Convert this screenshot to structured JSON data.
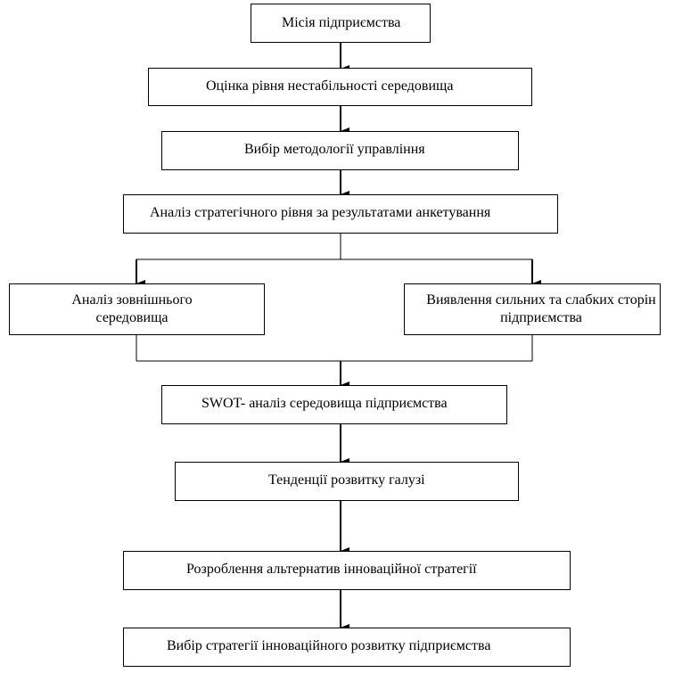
{
  "diagram": {
    "nodes": {
      "mission": "Місія підприємства",
      "instability": "Оцінка рівня нестабільності середовища",
      "methodology": "Вибір методології управління",
      "strategic_analysis": "Аналіз стратегічного рівня за результатами анкетування",
      "external_env": "Аналіз зовнішнього середовища",
      "strengths_weaknesses": "Виявлення сильних та слабких сторін підприємства",
      "swot": "SWOT- аналіз середовища підприємства",
      "trends": "Тенденції розвитку галузі",
      "alternatives": "Розроблення альтернатив інноваційної стратегії",
      "final_choice": "Вибір стратегії інноваційного розвитку підприємства"
    },
    "edges": [
      [
        "mission",
        "instability"
      ],
      [
        "instability",
        "methodology"
      ],
      [
        "methodology",
        "strategic_analysis"
      ],
      [
        "strategic_analysis",
        "external_env"
      ],
      [
        "strategic_analysis",
        "strengths_weaknesses"
      ],
      [
        "external_env",
        "swot"
      ],
      [
        "strengths_weaknesses",
        "swot"
      ],
      [
        "swot",
        "trends"
      ],
      [
        "trends",
        "alternatives"
      ],
      [
        "alternatives",
        "final_choice"
      ]
    ]
  }
}
